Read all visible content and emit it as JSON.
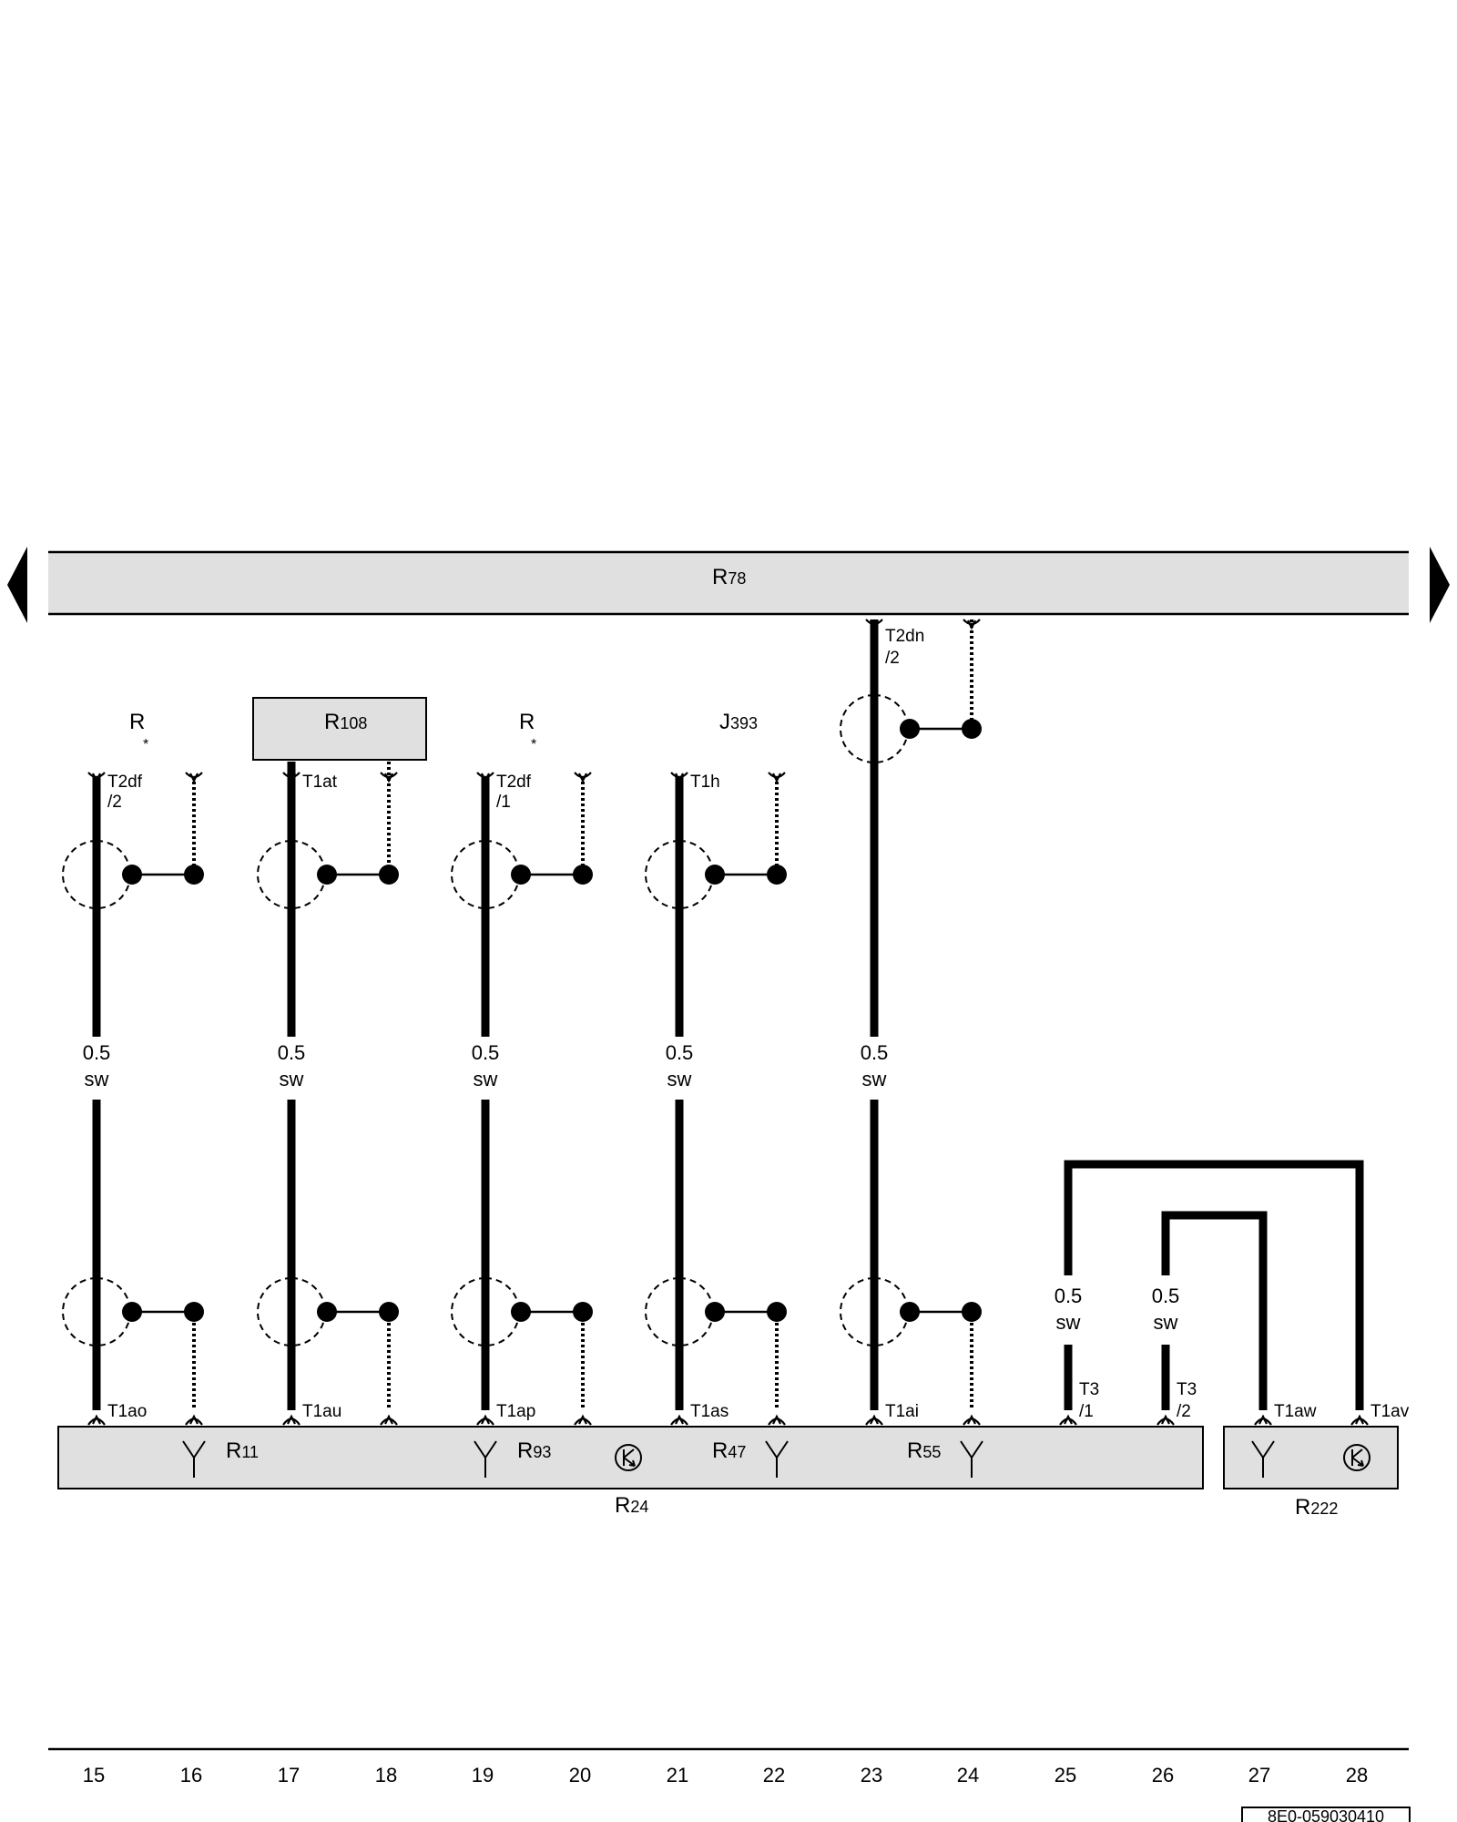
{
  "header_bar": {
    "main": "R",
    "sub": "78"
  },
  "components_top": [
    {
      "main": "R",
      "sub": "",
      "mark": "*"
    },
    {
      "main": "R",
      "sub": "108",
      "mark": ""
    },
    {
      "main": "R",
      "sub": "",
      "mark": "*"
    },
    {
      "main": "J",
      "sub": "393",
      "mark": ""
    }
  ],
  "connectors_top": [
    {
      "line1": "T2df",
      "line2": "/2"
    },
    {
      "line1": "T1at",
      "line2": ""
    },
    {
      "line1": "T2df",
      "line2": "/1"
    },
    {
      "line1": "T1h",
      "line2": ""
    },
    {
      "line1": "T2dn",
      "line2": "/2"
    }
  ],
  "wires": [
    {
      "size": "0.5",
      "color": "sw"
    },
    {
      "size": "0.5",
      "color": "sw"
    },
    {
      "size": "0.5",
      "color": "sw"
    },
    {
      "size": "0.5",
      "color": "sw"
    },
    {
      "size": "0.5",
      "color": "sw"
    },
    {
      "size": "0.5",
      "color": "sw"
    },
    {
      "size": "0.5",
      "color": "sw"
    }
  ],
  "connectors_bottom": [
    {
      "line1": "T1ao",
      "line2": ""
    },
    {
      "line1": "T1au",
      "line2": ""
    },
    {
      "line1": "T1ap",
      "line2": ""
    },
    {
      "line1": "T1as",
      "line2": ""
    },
    {
      "line1": "T1ai",
      "line2": ""
    },
    {
      "line1": "T3",
      "line2": "/1"
    },
    {
      "line1": "T3",
      "line2": "/2"
    },
    {
      "line1": "T1aw",
      "line2": ""
    },
    {
      "line1": "T1av",
      "line2": ""
    }
  ],
  "inner_components": [
    {
      "main": "R",
      "sub": "11"
    },
    {
      "main": "R",
      "sub": "93"
    },
    {
      "main": "R",
      "sub": "47"
    },
    {
      "main": "R",
      "sub": "55"
    }
  ],
  "bottom_boxes": [
    {
      "main": "R",
      "sub": "24"
    },
    {
      "main": "R",
      "sub": "222"
    }
  ],
  "numbers": [
    "15",
    "16",
    "17",
    "18",
    "19",
    "20",
    "21",
    "22",
    "23",
    "24",
    "25",
    "26",
    "27",
    "28"
  ],
  "doc_id": "8E0-059030410"
}
